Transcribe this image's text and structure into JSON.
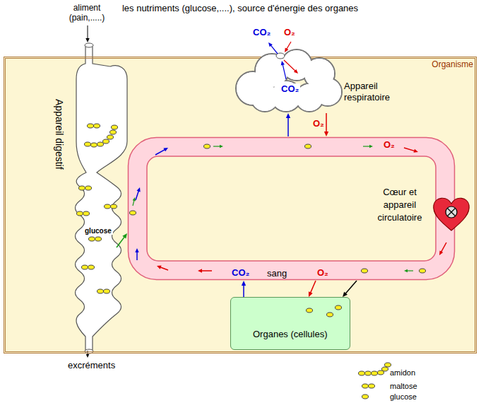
{
  "diagram": {
    "title": "les nutriments (glucose,....), source d'énergie des organes",
    "nodes": [
      {
        "text": [
          "Organisme"
        ]
      },
      {
        "text": [
          "Appareil digestif"
        ],
        "in": 0
      },
      {
        "text": [
          "Appareil respiratoire"
        ],
        "in": 0
      },
      {
        "text": [
          "sang"
        ],
        "in": 0
      },
      {
        "text": [
          "Cœur et appareil circulatoire"
        ],
        "in": 3
      },
      {
        "text": [
          "Organes (cellules)"
        ],
        "in": 0
      }
    ],
    "edges": [
      {
        "from": 1,
        "to": 3,
        "arrow": "to",
        "label": "glucose"
      },
      {
        "from": 2,
        "to": 3,
        "arrow": "to",
        "label": "O₂"
      },
      {
        "from": 3,
        "to": 2,
        "arrow": "to",
        "label": "CO₂"
      },
      {
        "from": 3,
        "to": 5,
        "arrow": "to",
        "label": "O₂"
      },
      {
        "from": 5,
        "to": 3,
        "arrow": "to",
        "label": "CO₂"
      },
      {
        "from": 3,
        "to": 5,
        "arrow": "to"
      }
    ],
    "labels": [
      "aliment (pain,.....)",
      "CO₂",
      "O₂",
      "O₂",
      "excréments"
    ],
    "legend": [
      {
        "text": "amidon"
      },
      {
        "text": "maltose"
      },
      {
        "text": "glucose"
      }
    ]
  }
}
